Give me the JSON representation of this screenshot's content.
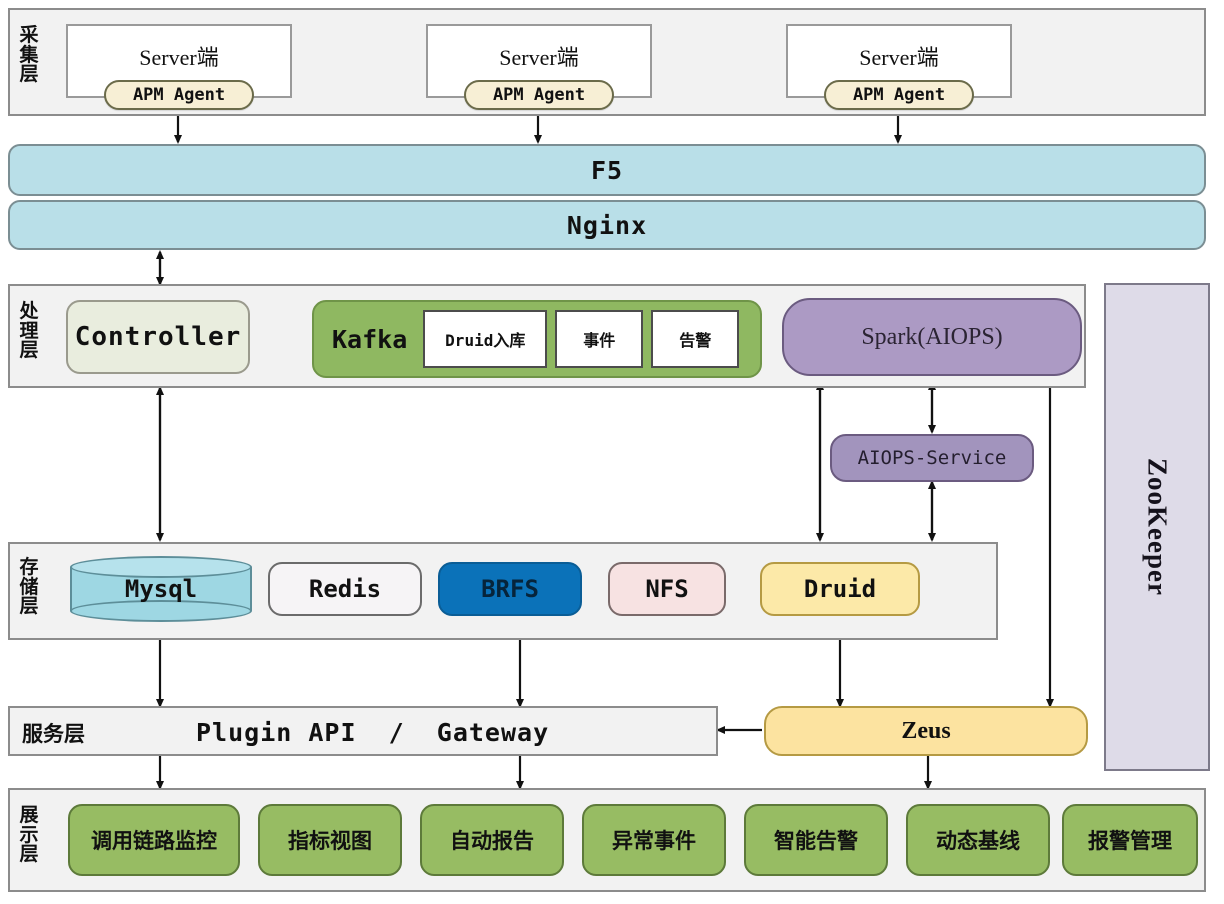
{
  "diagram": {
    "title": "APM Platform Architecture",
    "colors": {
      "band": "#f2f2f2",
      "lb": "#b9dfe8",
      "kafka": "#8fb861",
      "spark": "#ac9ac4",
      "druid": "#fce9a8",
      "brfs": "#0b72b9",
      "nfs": "#f7e2e2",
      "mysql": "#9ed7e3",
      "zookeeper": "#dedbe8",
      "presentation": "#97bc63",
      "agent": "#f7efd5"
    }
  },
  "collection_layer": {
    "label": "采集层",
    "servers": [
      {
        "title": "Server端",
        "agent": "APM Agent"
      },
      {
        "title": "Server端",
        "agent": "APM Agent"
      },
      {
        "title": "Server端",
        "agent": "APM Agent"
      }
    ]
  },
  "load_balancer": {
    "f5": "F5",
    "nginx": "Nginx"
  },
  "processing_layer": {
    "label": "处理层",
    "controller": "Controller",
    "kafka": {
      "title": "Kafka",
      "topics": [
        "Druid入库",
        "事件",
        "告警"
      ]
    },
    "spark": "Spark(AIOPS)",
    "aiops_service": "AIOPS-Service"
  },
  "storage_layer": {
    "label": "存储层",
    "stores": [
      {
        "name": "Mysql",
        "shape": "cylinder"
      },
      {
        "name": "Redis",
        "shape": "rounded"
      },
      {
        "name": "BRFS",
        "shape": "rounded"
      },
      {
        "name": "NFS",
        "shape": "rounded"
      },
      {
        "name": "Druid",
        "shape": "rounded"
      }
    ]
  },
  "service_layer": {
    "label": "服务层",
    "api_text": "Plugin API  /  Gateway",
    "zeus": "Zeus"
  },
  "presentation_layer": {
    "label": "展示层",
    "cards": [
      "调用链路监控",
      "指标视图",
      "自动报告",
      "异常事件",
      "智能告警",
      "动态基线",
      "报警管理"
    ]
  },
  "coordination": {
    "zookeeper": "ZooKeeper"
  }
}
